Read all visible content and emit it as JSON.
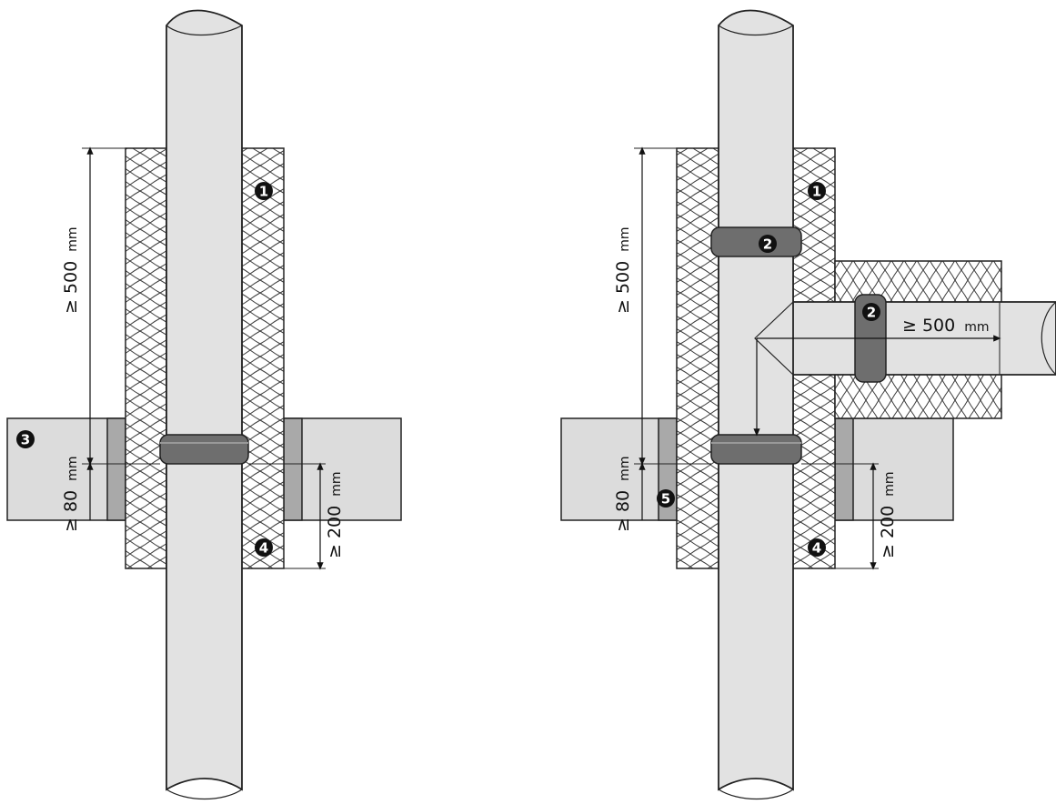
{
  "labels": {
    "left_height": "≥ 500",
    "left_height_unit": "mm",
    "left_slab": "≥ 80",
    "left_slab_unit": "mm",
    "left_below": "≥ 200",
    "left_below_unit": "mm",
    "right_height": "≥ 500",
    "right_height_unit": "mm",
    "right_slab": "≥ 80",
    "right_slab_unit": "mm",
    "right_below": "≥ 200",
    "right_below_unit": "mm",
    "branch_length": "≥ 500",
    "branch_length_unit": "mm"
  },
  "markers": {
    "insulation": "1",
    "collar": "2",
    "slab": "3",
    "sleeve": "4",
    "filler": "5"
  },
  "colors": {
    "pipe": "#e2e2e2",
    "slab": "#dcdcdc",
    "collar": "#6e6e6e",
    "sleeve": "#a9a9a9",
    "marker": "#111111"
  }
}
